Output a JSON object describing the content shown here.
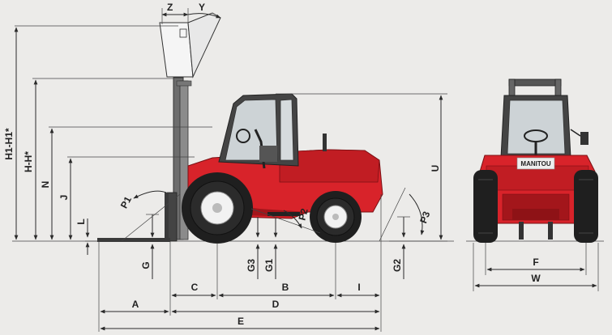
{
  "labels": {
    "z": "Z",
    "y": "Y",
    "h1": "H1-H1*",
    "h": "H-H*",
    "n": "N",
    "j": "J",
    "l": "L",
    "p1": "P1",
    "p2": "P2",
    "p3": "P3",
    "u": "U",
    "g": "G",
    "g3": "G3",
    "g1": "G1",
    "g2": "G2",
    "c": "C",
    "b": "B",
    "i": "I",
    "a": "A",
    "d": "D",
    "e": "E",
    "f": "F",
    "w": "W"
  },
  "brand": "MANITOU",
  "colors": {
    "body_red": "#d8232a",
    "dark_red": "#a3161b",
    "tyre": "#1f1f1f",
    "rim": "#f2f2f2",
    "mast": "#5a5a5a",
    "background": "#ecebe9",
    "line": "#2a2a2a"
  }
}
